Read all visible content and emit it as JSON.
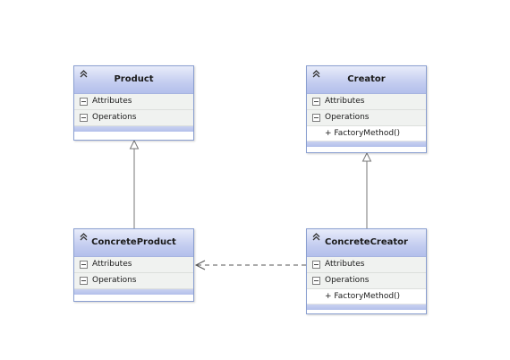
{
  "diagram": {
    "classes": {
      "product": {
        "name": "Product",
        "attributes_label": "Attributes",
        "operations_label": "Operations",
        "operations": []
      },
      "creator": {
        "name": "Creator",
        "attributes_label": "Attributes",
        "operations_label": "Operations",
        "operations": [
          "+ FactoryMethod()"
        ]
      },
      "concrete_product": {
        "name": "ConcreteProduct",
        "attributes_label": "Attributes",
        "operations_label": "Operations",
        "operations": []
      },
      "concrete_creator": {
        "name": "ConcreteCreator",
        "attributes_label": "Attributes",
        "operations_label": "Operations",
        "operations": [
          "+ FactoryMethod()"
        ]
      }
    },
    "relationships": [
      {
        "type": "generalization",
        "from": "ConcreteProduct",
        "to": "Product"
      },
      {
        "type": "generalization",
        "from": "ConcreteCreator",
        "to": "Creator"
      },
      {
        "type": "dependency",
        "from": "ConcreteCreator",
        "to": "ConcreteProduct"
      }
    ],
    "colors": {
      "header_top": "#e8ecfa",
      "header_bottom": "#b3bfeb",
      "border": "#8a9fd0",
      "section_bg": "#f0f2f0",
      "connector": "#777777"
    }
  }
}
